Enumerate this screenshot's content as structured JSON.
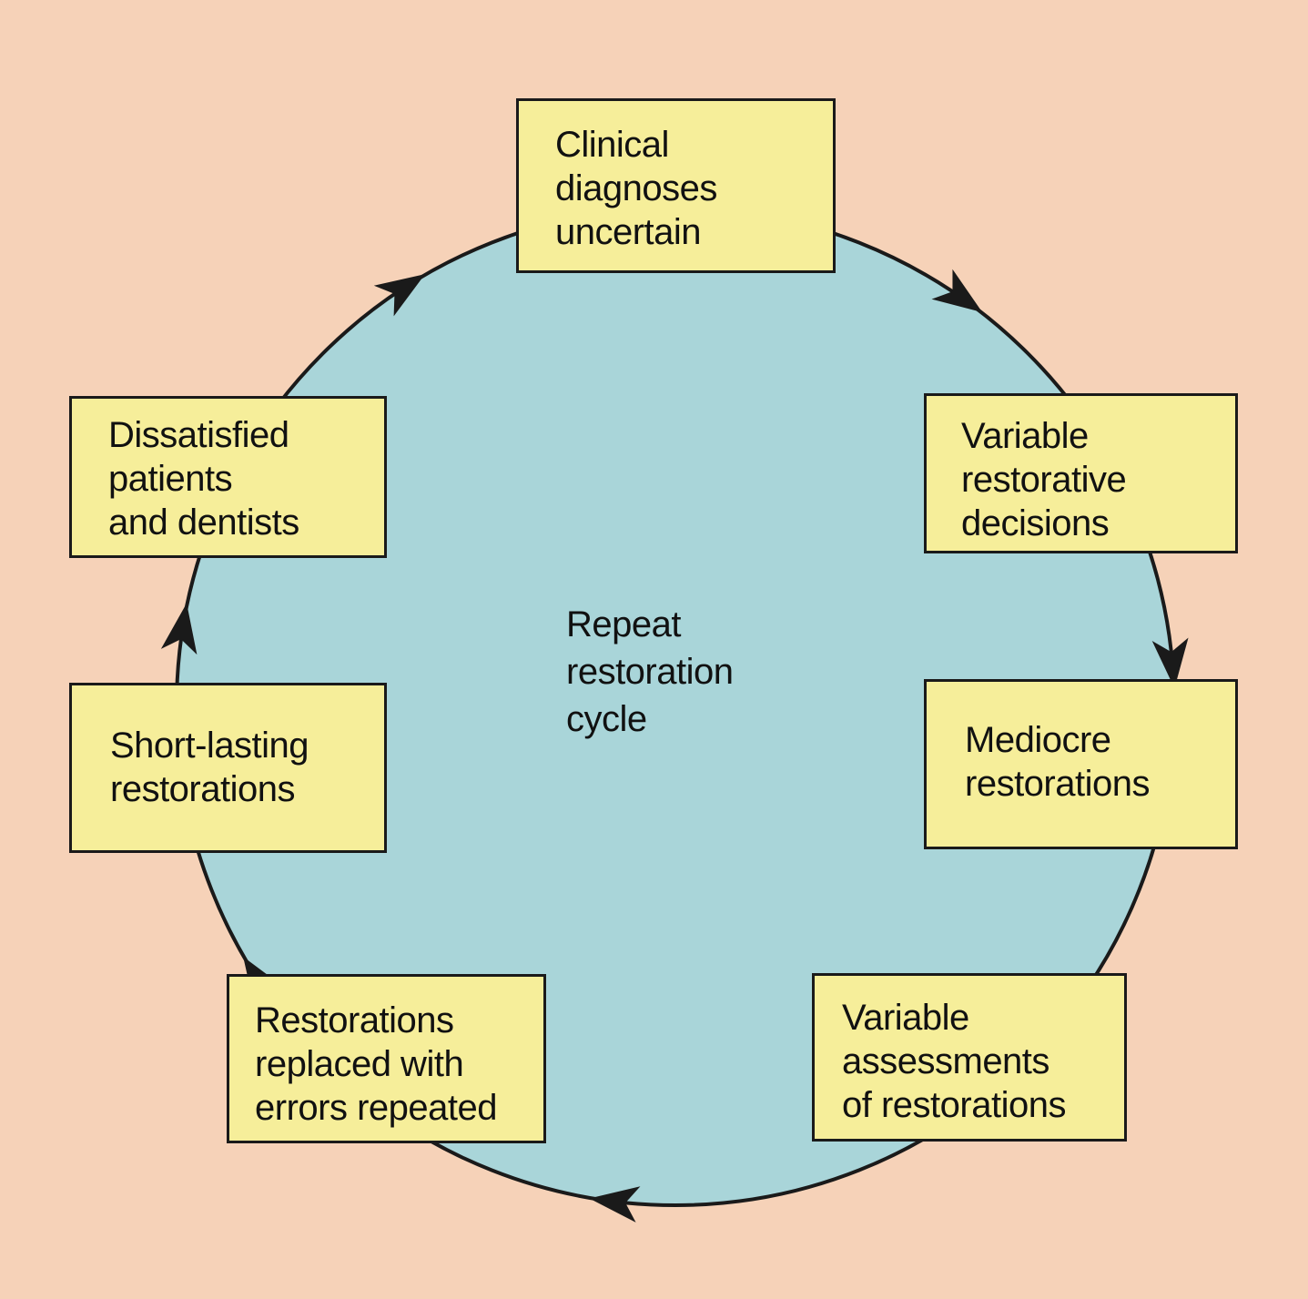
{
  "center_label": [
    "Repeat",
    "restoration",
    "cycle"
  ],
  "steps": [
    {
      "id": "clinical-diagnoses",
      "lines": [
        "Clinical",
        "diagnoses",
        "uncertain"
      ]
    },
    {
      "id": "variable-decisions",
      "lines": [
        "Variable",
        "restorative",
        "decisions"
      ]
    },
    {
      "id": "mediocre-restorations",
      "lines": [
        "Mediocre",
        "restorations"
      ]
    },
    {
      "id": "variable-assessments",
      "lines": [
        "Variable",
        "assessments",
        "of restorations"
      ]
    },
    {
      "id": "restorations-replaced",
      "lines": [
        "Restorations",
        "replaced with",
        "errors repeated"
      ]
    },
    {
      "id": "short-lasting",
      "lines": [
        "Short-lasting",
        "restorations"
      ]
    },
    {
      "id": "dissatisfied",
      "lines": [
        "Dissatisfied",
        "patients",
        "and dentists"
      ]
    }
  ],
  "colors": {
    "background": "#f6d2b8",
    "cycle_fill": "#a9d5d9",
    "box_fill": "#f6ee9a",
    "stroke": "#1a1a1a"
  }
}
